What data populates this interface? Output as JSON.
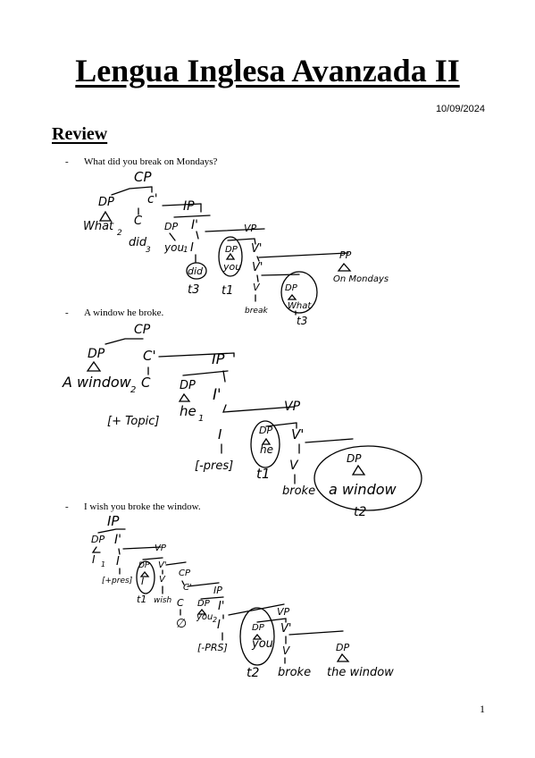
{
  "doc": {
    "title": "Lengua Inglesa Avanzada II",
    "date": "10/09/2024",
    "section": "Review",
    "page_number": "1"
  },
  "examples": [
    {
      "dash": "-",
      "sentence": "What did you break on Mondays?",
      "nodes": {
        "cp": "CP",
        "dp1": "DP",
        "c_bar": "c'",
        "what": "What",
        "what_idx": "2",
        "c": "C",
        "ip": "IP",
        "did": "did",
        "did_idx": "3",
        "dp2": "DP",
        "you1": "you",
        "you1_idx": "1",
        "i_bar": "I'",
        "i": "I",
        "did2": "did",
        "t3a": "t3",
        "vp": "VP",
        "dp3": "DP",
        "you2": "you",
        "v_bar1": "V'",
        "v_bar2": "V'",
        "t1": "t1",
        "pp": "PP",
        "on_mondays": "On Mondays",
        "v": "V",
        "break": "break",
        "dp4": "DP",
        "what2": "What",
        "t3b": "t3"
      }
    },
    {
      "dash": "-",
      "sentence": "A window he broke.",
      "nodes": {
        "cp": "CP",
        "dp1": "DP",
        "c_bar": "C'",
        "a_window": "A window",
        "aw_idx": "2",
        "c": "C",
        "topic": "[+ Topic]",
        "ip": "IP",
        "dp2": "DP",
        "he": "he",
        "he_idx": "1",
        "i_bar": "I'",
        "i": "I",
        "pres": "[-pres]",
        "vp": "VP",
        "dp3": "DP",
        "he2": "he",
        "v_bar": "V'",
        "t1": "t1",
        "v": "V",
        "broke": "broke",
        "dp4": "DP",
        "a_window2": "a window",
        "t2": "t2"
      }
    },
    {
      "dash": "-",
      "sentence": "I wish you broke the window.",
      "nodes": {
        "ip": "IP",
        "dp1": "DP",
        "i_bar": "I'",
        "i_sub": "I",
        "i_sub_idx": "1",
        "i": "I",
        "vp": "VP",
        "pres": "[+pres]",
        "dp2": "DP",
        "i2": "I",
        "v_bar": "V'",
        "v": "V",
        "cp": "CP",
        "t1": "t1",
        "wish": "wish",
        "c_bar": "C'",
        "c": "C",
        "ip2": "IP",
        "null": "∅",
        "dp3": "DP",
        "you": "you",
        "you_idx": "2",
        "i_bar2": "I'",
        "i3": "I",
        "pres2": "[-PRS]",
        "vp2": "VP",
        "dp4": "DP",
        "you2": "you",
        "v_bar2": "V'",
        "t2": "t2",
        "v2": "V",
        "broke": "broke",
        "the_window": "the window",
        "dp5": "DP"
      }
    }
  ]
}
